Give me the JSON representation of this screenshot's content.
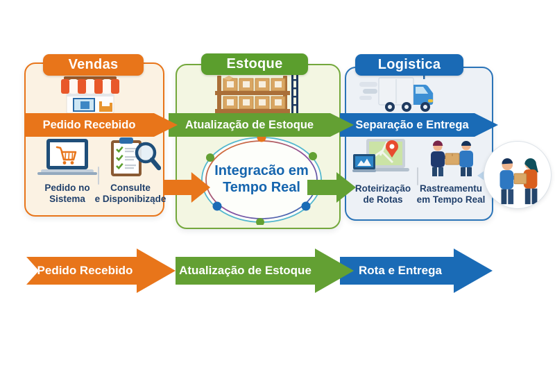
{
  "columns": {
    "vendas": {
      "title": "Vendas",
      "banner_label": "Pedido Recebido",
      "header_icon": "storefront-icon",
      "accent_color": "#E8751A",
      "background_color": "#FBF2E3",
      "items": [
        {
          "icon": "laptop-shopping-cart-icon",
          "label_line1": "Pedido no",
          "label_line2": "Sistema"
        },
        {
          "icon": "checklist-magnifier-icon",
          "label_line1": "Consulte",
          "label_line2": "e Disponibiząde"
        }
      ]
    },
    "estoque": {
      "title": "Estoque",
      "banner_label": "Atualização de Estoque",
      "header_icon": "warehouse-shelves-icon",
      "accent_color": "#63A033",
      "background_color": "#F3F6E2",
      "center_label_line1": "Integracão em",
      "center_label_line2": "Tempo Real",
      "ring_dot_colors": [
        "#E8751A",
        "#63A033",
        "#63A033",
        "#1A6BB6",
        "#1A6BB6",
        "#63A033"
      ]
    },
    "logistica": {
      "title": "Logistica",
      "banner_label": "Separação e Entrega",
      "header_icon": "delivery-truck-icon",
      "accent_color": "#1A6BB6",
      "background_color": "#EDF1F6",
      "items": [
        {
          "icon": "route-map-laptop-icon",
          "label_line1": "Roteirização",
          "label_line2": "de Rotas"
        },
        {
          "icon": "package-handoff-icon",
          "label_line1": "Rastreamentu",
          "label_line2": "em Tempo Real"
        }
      ]
    }
  },
  "side_illustration": {
    "icon": "delivery-handoff-people-icon"
  },
  "bottom_flow": [
    {
      "label": "Pedido Recebido",
      "color": "#E8751A"
    },
    {
      "label": "Atualização de Estoque",
      "color": "#63A033"
    },
    {
      "label": "Rota e Entrega",
      "color": "#1A6BB6"
    }
  ]
}
